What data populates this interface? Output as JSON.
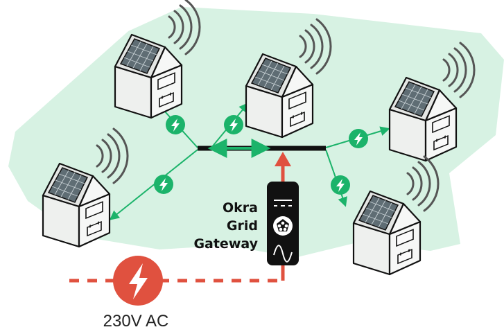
{
  "gateway": {
    "label_lines": [
      "Okra",
      "Grid",
      "Gateway"
    ],
    "icons": [
      "dc-symbol-icon",
      "okra-logo-icon",
      "ac-sine-icon"
    ]
  },
  "mains": {
    "label": "230V AC",
    "icon": "lightning-bolt-icon"
  },
  "homes": [
    {
      "id": "top-left"
    },
    {
      "id": "top-center"
    },
    {
      "id": "right"
    },
    {
      "id": "left"
    },
    {
      "id": "bottom-right"
    }
  ],
  "colors": {
    "region": "#d7f2e3",
    "link": "#1bb36a",
    "grid_feed": "#e0513f",
    "bus": "#111111",
    "gateway": "#111111",
    "house_wall": "#eef0ee",
    "solar_panel": "#5f6d74"
  }
}
